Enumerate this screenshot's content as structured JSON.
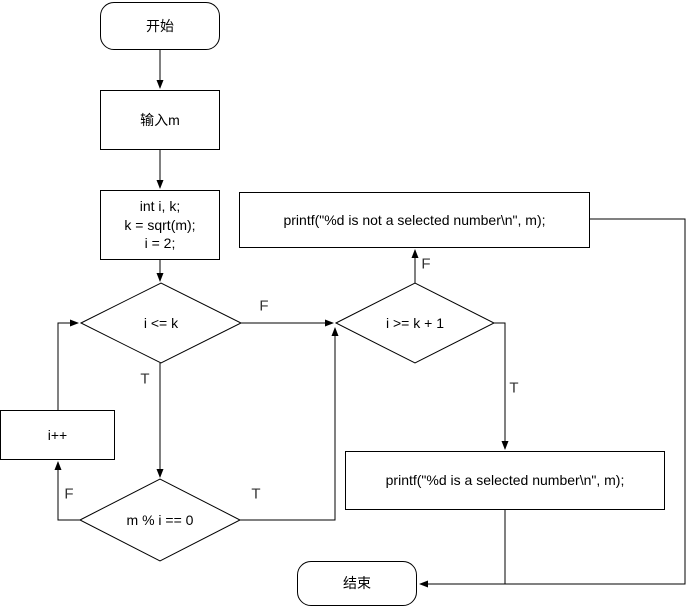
{
  "flowchart": {
    "colors": {
      "background": "#ffffff",
      "stroke": "#000000",
      "text": "#000000",
      "edge_label_text": "#333333"
    },
    "nodes": {
      "start": {
        "type": "rounded",
        "label": "开始"
      },
      "input": {
        "type": "rect",
        "label": "输入m"
      },
      "init": {
        "type": "rect",
        "lines": [
          "int i, k;",
          "k = sqrt(m);",
          "i = 2;"
        ]
      },
      "not_selected": {
        "type": "rect",
        "label": "printf(\"%d is not a selected number\\n\", m);"
      },
      "cond_loop": {
        "type": "diamond",
        "label": "i <= k"
      },
      "cond_prime": {
        "type": "diamond",
        "label": "i >= k + 1"
      },
      "increment": {
        "type": "rect",
        "label": "i++"
      },
      "cond_mod": {
        "type": "diamond",
        "label": "m % i == 0"
      },
      "selected": {
        "type": "rect",
        "label": "printf(\"%d is a selected number\\n\", m);"
      },
      "end": {
        "type": "rounded",
        "label": "结束"
      }
    },
    "edge_labels": {
      "loop_false": "F",
      "loop_true": "T",
      "mod_false": "F",
      "mod_true": "T",
      "prime_false": "F",
      "prime_true": "T"
    }
  }
}
